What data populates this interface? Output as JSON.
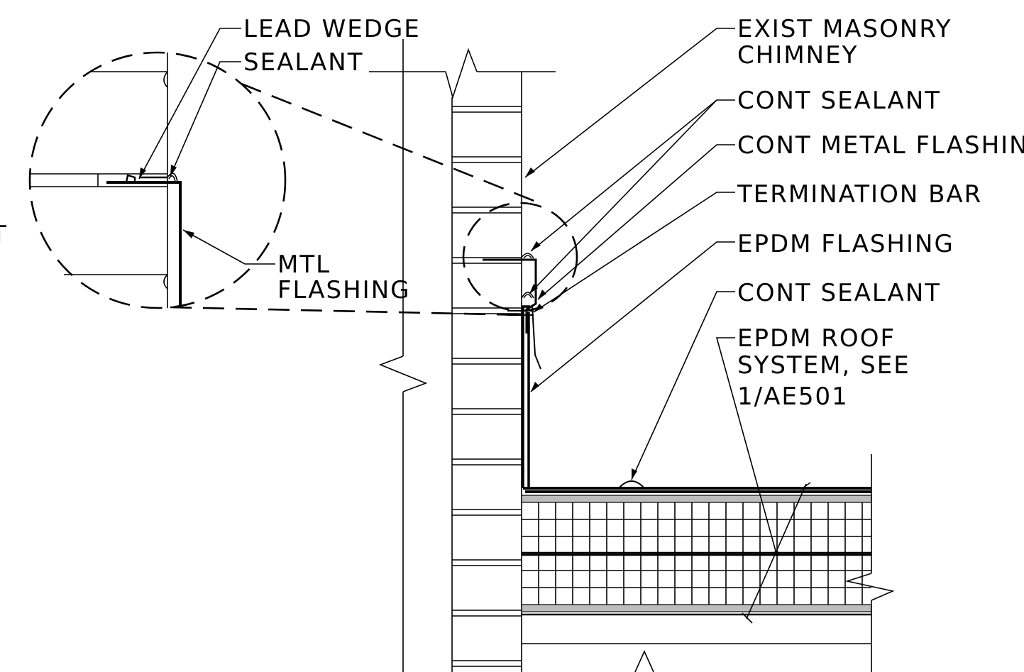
{
  "labels": {
    "lead_wedge": "LEAD WEDGE",
    "sealant": "SEALANT",
    "mtl_flashing_1": "MTL",
    "mtl_flashing_2": "FLASHING",
    "exist_masonry_1": "EXIST MASONRY",
    "exist_masonry_2": "CHIMNEY",
    "cont_sealant_top": "CONT SEALANT",
    "cont_metal_flashing": "CONT METAL FLASHING",
    "termination_bar": "TERMINATION BAR",
    "epdm_flashing": "EPDM FLASHING",
    "cont_sealant_bottom": "CONT SEALANT",
    "epdm_roof_1": "EPDM ROOF",
    "epdm_roof_2": "SYSTEM, SEE",
    "epdm_roof_3": "1/AE501",
    "cut_off_left": "T"
  }
}
